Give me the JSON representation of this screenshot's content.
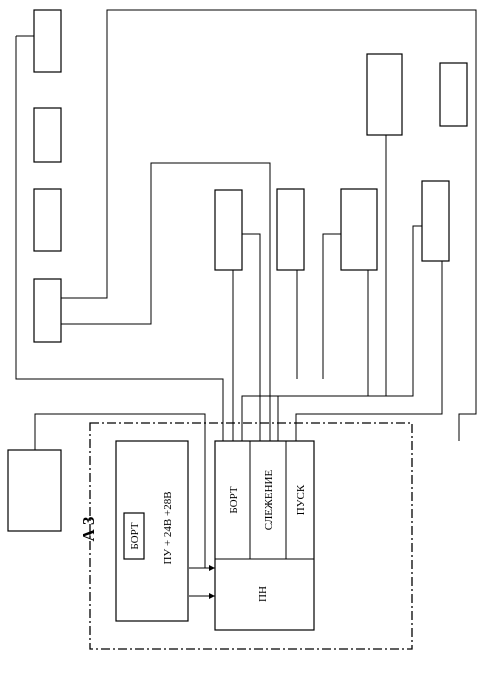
{
  "assembly": {
    "designation": "А 3",
    "power_unit_label": "ПУ + 24В +28В",
    "bort_box_label": "БОРТ",
    "board_sections": [
      "БОРТ",
      "СЛЕЖЕНИЕ",
      "ПУСК"
    ],
    "pn_label": "ПН"
  },
  "colors": {
    "line": "#000000",
    "background": "#ffffff"
  }
}
